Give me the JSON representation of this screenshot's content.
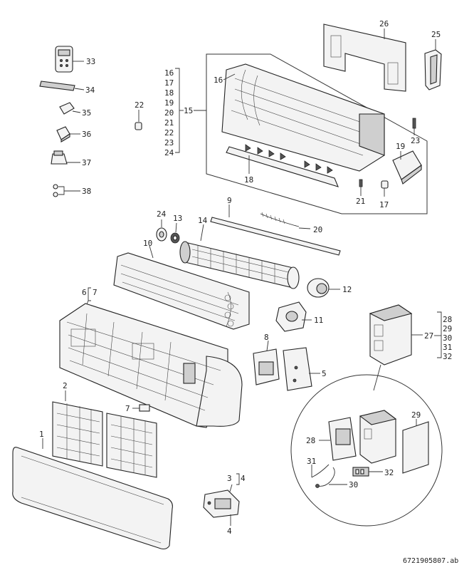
{
  "labels": {
    "p1": "1",
    "p2": "2",
    "p3": "3",
    "p4a": "4",
    "p4b": "4",
    "p5": "5",
    "p6": "6",
    "p7a": "7",
    "p7b": "7",
    "p8": "8",
    "p9": "9",
    "p10": "10",
    "p11": "11",
    "p12": "12",
    "p13": "13",
    "p14": "14",
    "p15": "15",
    "p16": "16",
    "p17": "17",
    "p18": "18",
    "p19": "19",
    "p20": "20",
    "p21": "21",
    "p22": "22",
    "p23": "23",
    "p24": "24",
    "p25": "25",
    "p26": "26",
    "p28": "28",
    "p29": "29",
    "p30": "30",
    "p31": "31",
    "p32": "32",
    "p33": "33",
    "p34": "34",
    "p35": "35",
    "p36": "36",
    "p37": "37",
    "p38": "38"
  },
  "group15": [
    "16",
    "17",
    "18",
    "19",
    "20",
    "21",
    "22",
    "23",
    "24"
  ],
  "group27": [
    "28",
    "29",
    "30",
    "31",
    "32"
  ],
  "group15_label": "15",
  "group27_label": "27",
  "doc_code": "6721905807.ab"
}
